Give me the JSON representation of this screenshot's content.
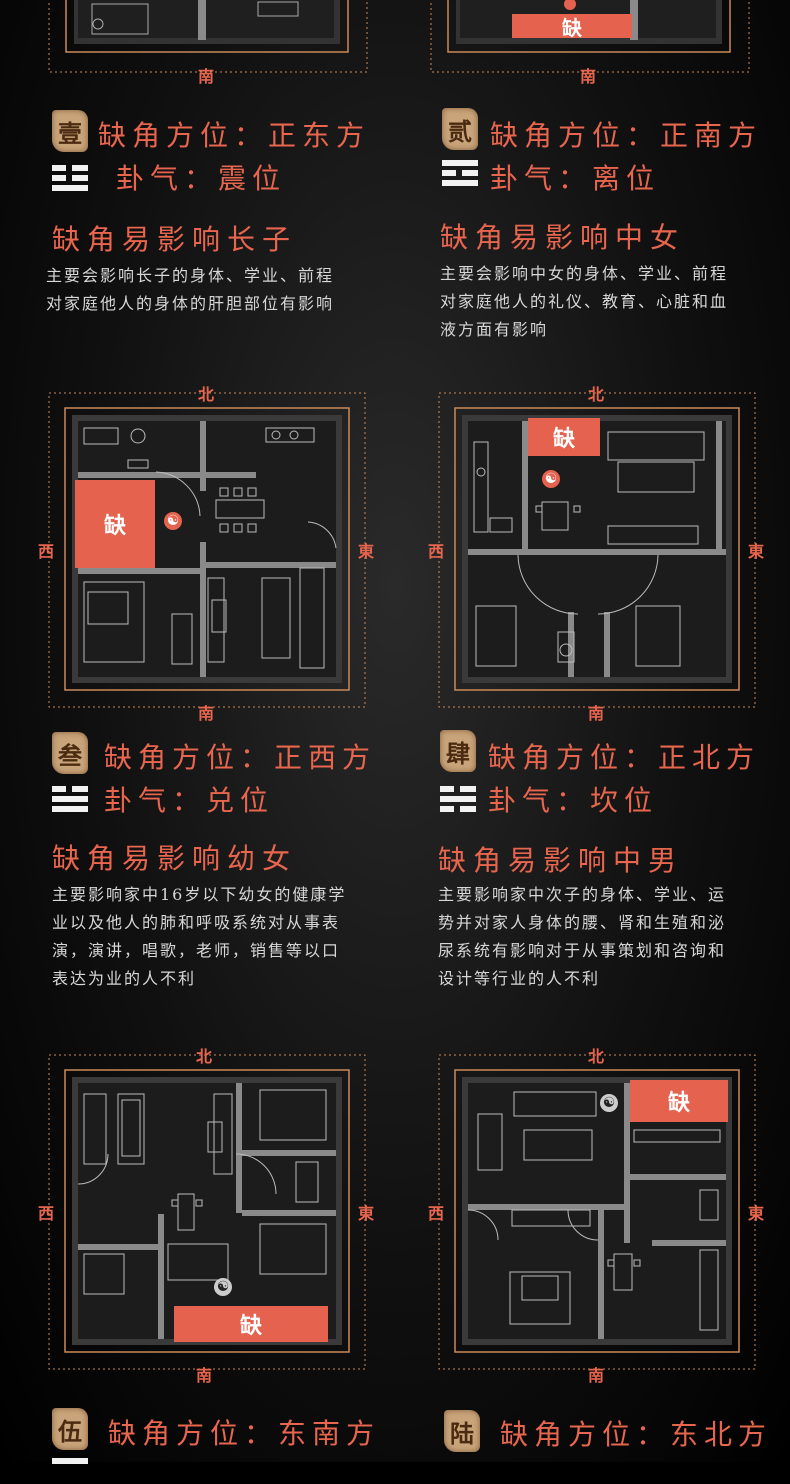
{
  "labels": {
    "missing": "缺",
    "north": "北",
    "south": "南",
    "west": "西",
    "east": "東"
  },
  "sections": [
    {
      "num": "壹",
      "direction": "缺角方位：正东方",
      "gua": "卦气：震位",
      "heading": "缺角易影响长子",
      "desc": [
        "主要会影响长子的身体、学业、前程",
        "对家庭他人的身体的肝胆部位有影响"
      ]
    },
    {
      "num": "贰",
      "direction": "缺角方位：正南方",
      "gua": "卦气：离位",
      "heading": "缺角易影响中女",
      "desc": [
        "主要会影响中女的身体、学业、前程",
        "对家庭他人的礼仪、教育、心脏和血",
        "液方面有影响"
      ]
    },
    {
      "num": "叁",
      "direction": "缺角方位：正西方",
      "gua": "卦气：兑位",
      "heading": "缺角易影响幼女",
      "desc": [
        "主要影响家中16岁以下幼女的健康学",
        "业以及他人的肺和呼吸系统对从事表",
        "演，演讲，唱歌，老师，销售等以口",
        "表达为业的人不利"
      ]
    },
    {
      "num": "肆",
      "direction": "缺角方位：正北方",
      "gua": "卦气：坎位",
      "heading": "缺角易影响中男",
      "desc": [
        "主要影响家中次子的身体、学业、运",
        "势并对家人身体的腰、肾和生殖和泌",
        "尿系统有影响对于从事策划和咨询和",
        "设计等行业的人不利"
      ]
    },
    {
      "num": "伍",
      "direction": "缺角方位：东南方"
    },
    {
      "num": "陆",
      "direction": "缺角方位：东北方"
    }
  ]
}
